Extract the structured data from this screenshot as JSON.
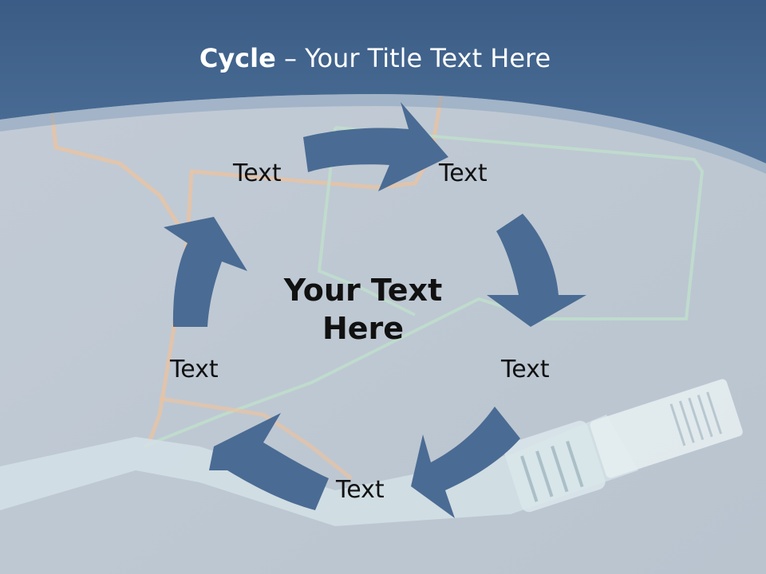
{
  "title": {
    "bold": "Cycle",
    "rest": " – Your Title Text Here"
  },
  "center_text": [
    "Your Text",
    "Here"
  ],
  "cycle_labels": [
    "Text",
    "Text",
    "Text",
    "Text",
    "Text"
  ],
  "colors": {
    "header": "#41648e",
    "arrow": "#4a6b93",
    "background": "#c6d0da"
  }
}
